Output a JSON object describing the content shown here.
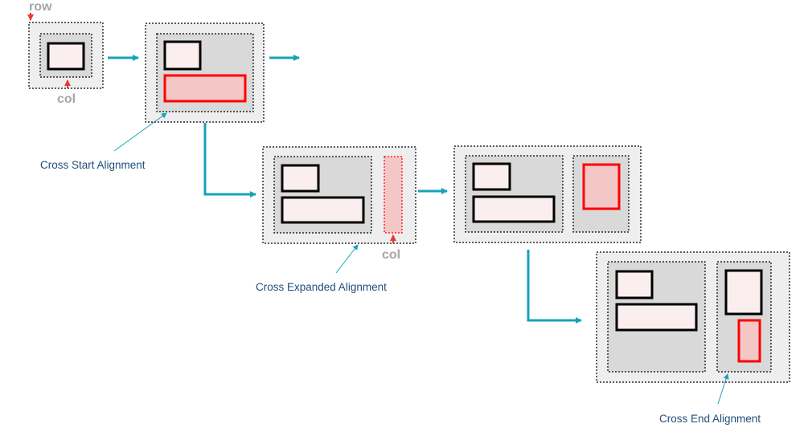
{
  "labels": {
    "row": "row",
    "col_1": "col",
    "col_2": "col",
    "cross_start": "Cross Start Alignment",
    "cross_expanded": "Cross Expanded Alignment",
    "cross_end": "Cross End Alignment"
  },
  "colors": {
    "outer_fill": "#eeeeee",
    "inner_fill": "#d9d9d9",
    "box_fill": "#fbeeee",
    "highlight_stroke": "#ff0000",
    "highlight_fill": "#f4c7c7",
    "arrow": "#17a2b8",
    "caption_text": "#1f4e79",
    "marker_text": "#a6a6a6",
    "marker_arrow": "#e53935"
  }
}
